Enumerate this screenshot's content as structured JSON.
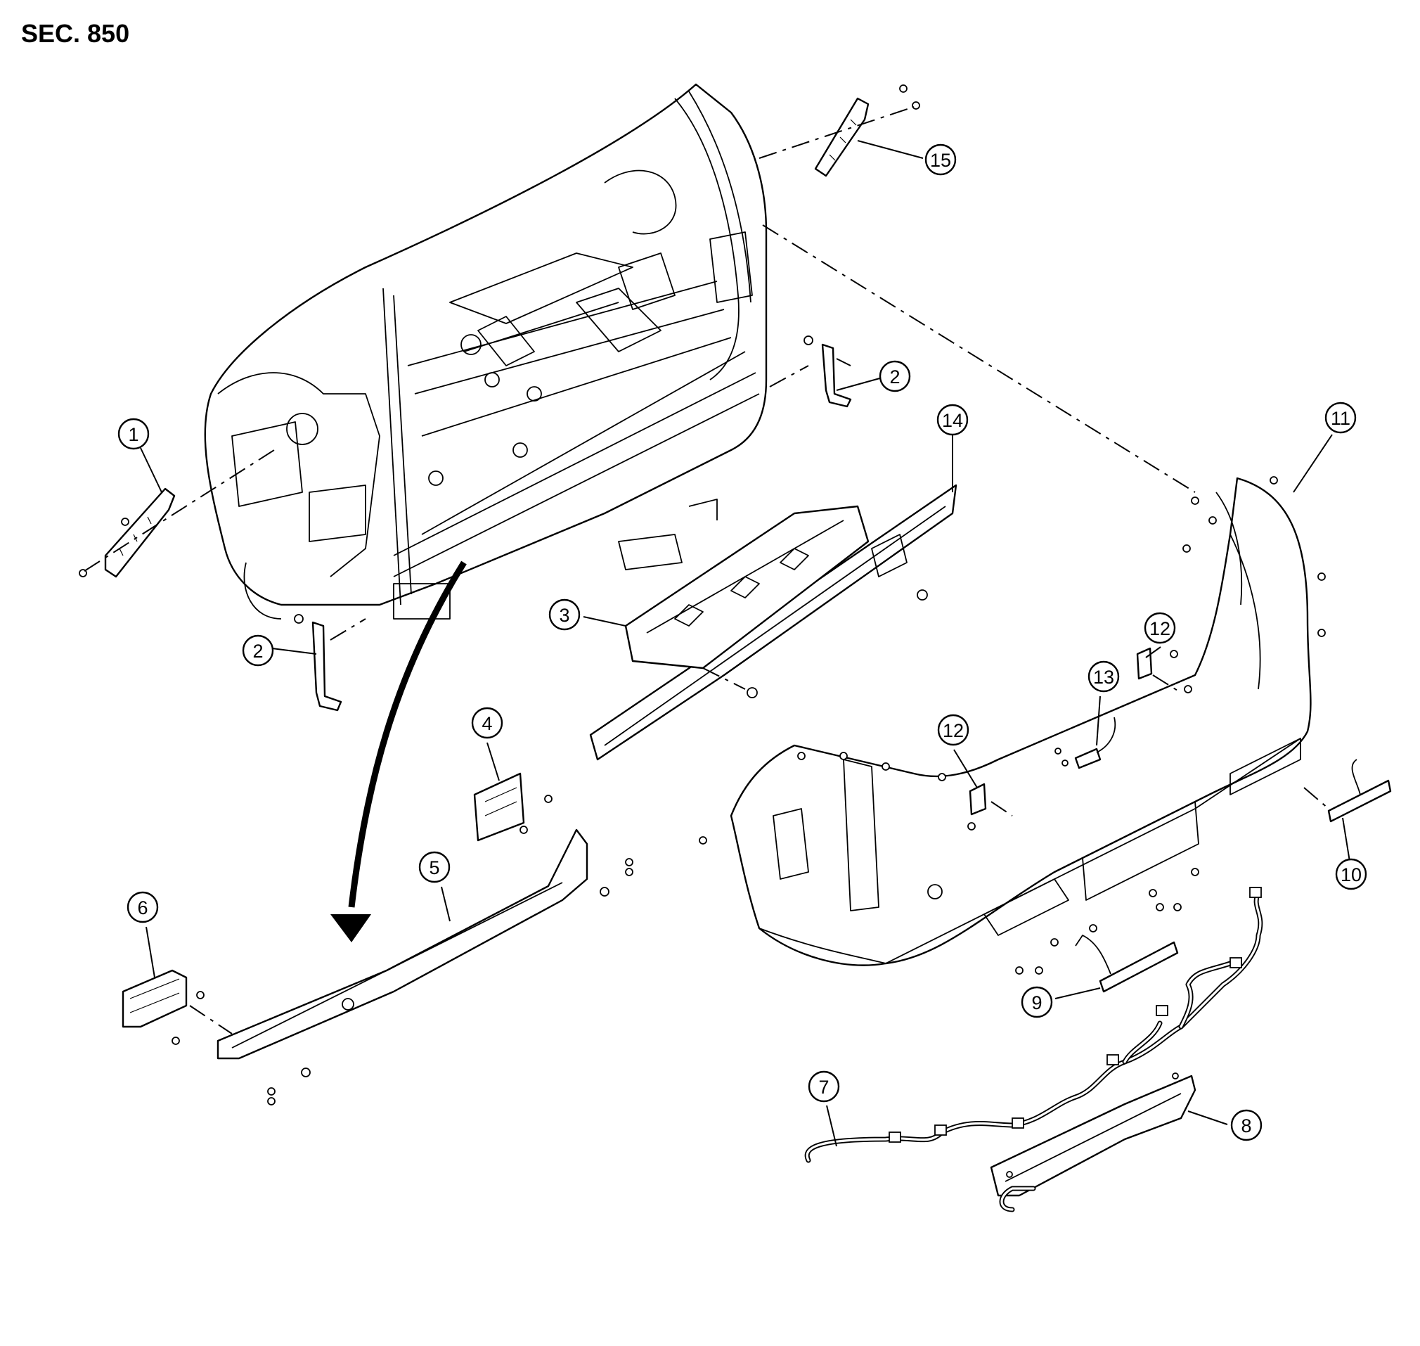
{
  "section_title": "SEC. 850",
  "callouts": [
    {
      "id": "c1",
      "label": "1"
    },
    {
      "id": "c2a",
      "label": "2"
    },
    {
      "id": "c2b",
      "label": "2"
    },
    {
      "id": "c3",
      "label": "3"
    },
    {
      "id": "c4",
      "label": "4"
    },
    {
      "id": "c5",
      "label": "5"
    },
    {
      "id": "c6",
      "label": "6"
    },
    {
      "id": "c7",
      "label": "7"
    },
    {
      "id": "c8",
      "label": "8"
    },
    {
      "id": "c9",
      "label": "9"
    },
    {
      "id": "c10",
      "label": "10"
    },
    {
      "id": "c11",
      "label": "11"
    },
    {
      "id": "c12a",
      "label": "12"
    },
    {
      "id": "c12b",
      "label": "12"
    },
    {
      "id": "c13",
      "label": "13"
    },
    {
      "id": "c14",
      "label": "14"
    },
    {
      "id": "c15",
      "label": "15"
    }
  ]
}
